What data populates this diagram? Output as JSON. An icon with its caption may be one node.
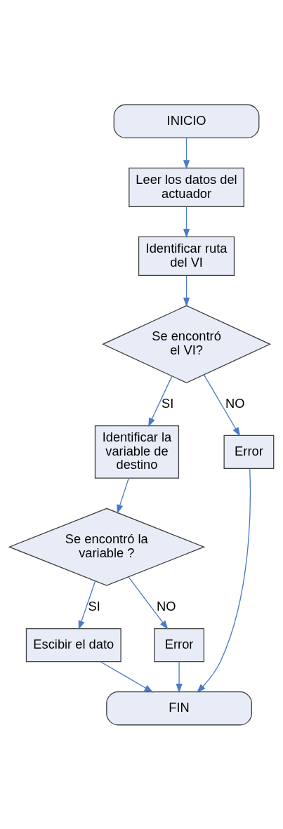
{
  "diagram": {
    "nodes": [
      {
        "text": [
          "INICIO"
        ]
      },
      {
        "text": [
          "Leer los datos del actuador"
        ]
      },
      {
        "text": [
          "Identificar ruta del VI"
        ]
      },
      {
        "text": [
          "Se encontró el VI?"
        ]
      },
      {
        "text": [
          "Identificar la variable de destino"
        ]
      },
      {
        "text": [
          "Error"
        ]
      },
      {
        "text": [
          "Se encontró la variable ?"
        ]
      },
      {
        "text": [
          "Escibir el dato"
        ]
      },
      {
        "text": [
          "Error"
        ]
      },
      {
        "text": [
          "FIN"
        ]
      }
    ],
    "edges": [
      {
        "from": 0,
        "to": 1,
        "arrow": "to"
      },
      {
        "from": 1,
        "to": 2,
        "arrow": "to"
      },
      {
        "from": 2,
        "to": 3,
        "arrow": "to"
      },
      {
        "from": 3,
        "to": 4,
        "arrow": "to",
        "label": "SI"
      },
      {
        "from": 3,
        "to": 5,
        "arrow": "to",
        "label": "NO"
      },
      {
        "from": 4,
        "to": 6,
        "arrow": "to"
      },
      {
        "from": 6,
        "to": 7,
        "arrow": "to",
        "label": "SI"
      },
      {
        "from": 6,
        "to": 8,
        "arrow": "to",
        "label": "NO"
      },
      {
        "from": 7,
        "to": 9,
        "arrow": "to"
      },
      {
        "from": 8,
        "to": 9,
        "arrow": "to"
      },
      {
        "from": 5,
        "to": 9,
        "arrow": "to"
      }
    ]
  }
}
